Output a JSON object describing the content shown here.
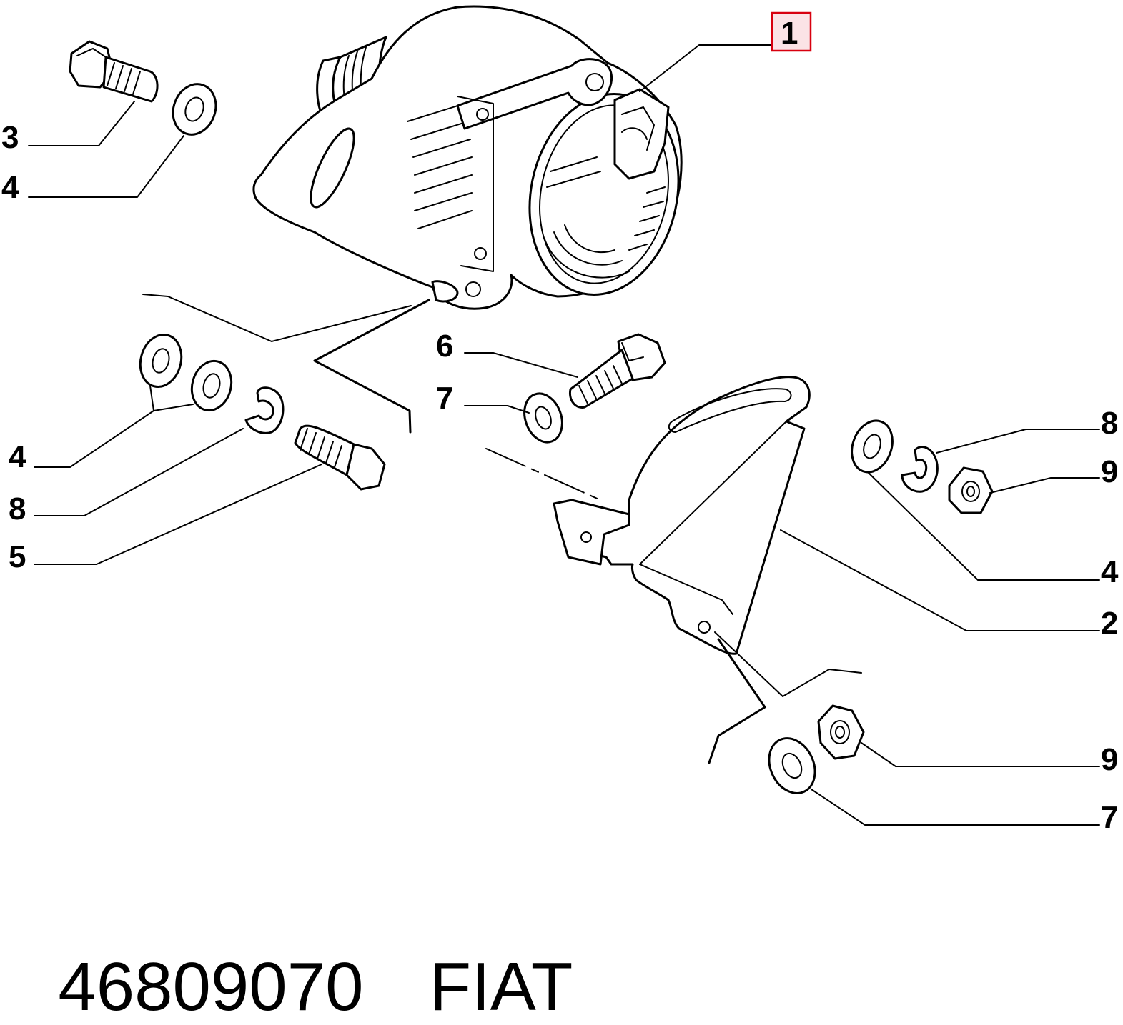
{
  "colors": {
    "ink": "#000000",
    "background": "#ffffff",
    "highlight_box": "#d8000f",
    "highlight_fill": "#fbe3e6"
  },
  "callouts": {
    "c1": "1",
    "c3": "3",
    "c4_top": "4",
    "c6": "6",
    "c7_mid": "7",
    "c4_left": "4",
    "c8_left": "8",
    "c5": "5",
    "c8_right": "8",
    "c9_right": "9",
    "c4_right": "4",
    "c2": "2",
    "c9_bottom": "9",
    "c7_bottom": "7"
  },
  "caption": {
    "part_number": "46809070",
    "brand": "FIAT"
  }
}
